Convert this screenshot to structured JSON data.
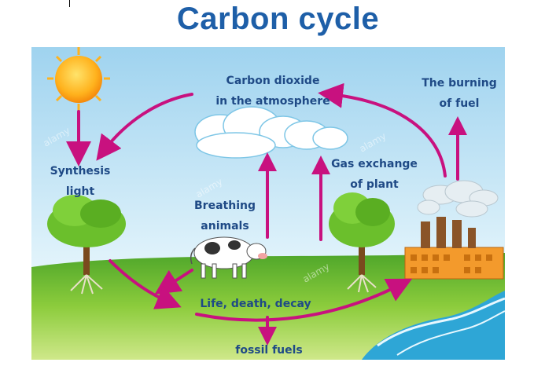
{
  "title": "Carbon cycle",
  "labels": {
    "co2_line1": "Carbon dioxide",
    "co2_line2": "in the atmosphere",
    "burning_line1": "The burning",
    "burning_line2": "of fuel",
    "synthesis_line1": "Synthesis",
    "synthesis_line2": "light",
    "gas_line1": "Gas exchange",
    "gas_line2": "of plant",
    "breathing_line1": "Breathing",
    "breathing_line2": "animals",
    "life": "Life, death, decay",
    "fossil": "fossil fuels"
  },
  "colors": {
    "title": "#1e5fa8",
    "label": "#1f4a86",
    "arrow": "#c8117f",
    "sky_top": "#9fd3ef",
    "sky_bottom": "#e7f6fc",
    "grass": "#5fb52c",
    "water": "#2ea6d6",
    "factory": "#f39a2c"
  },
  "watermark": "alamy"
}
